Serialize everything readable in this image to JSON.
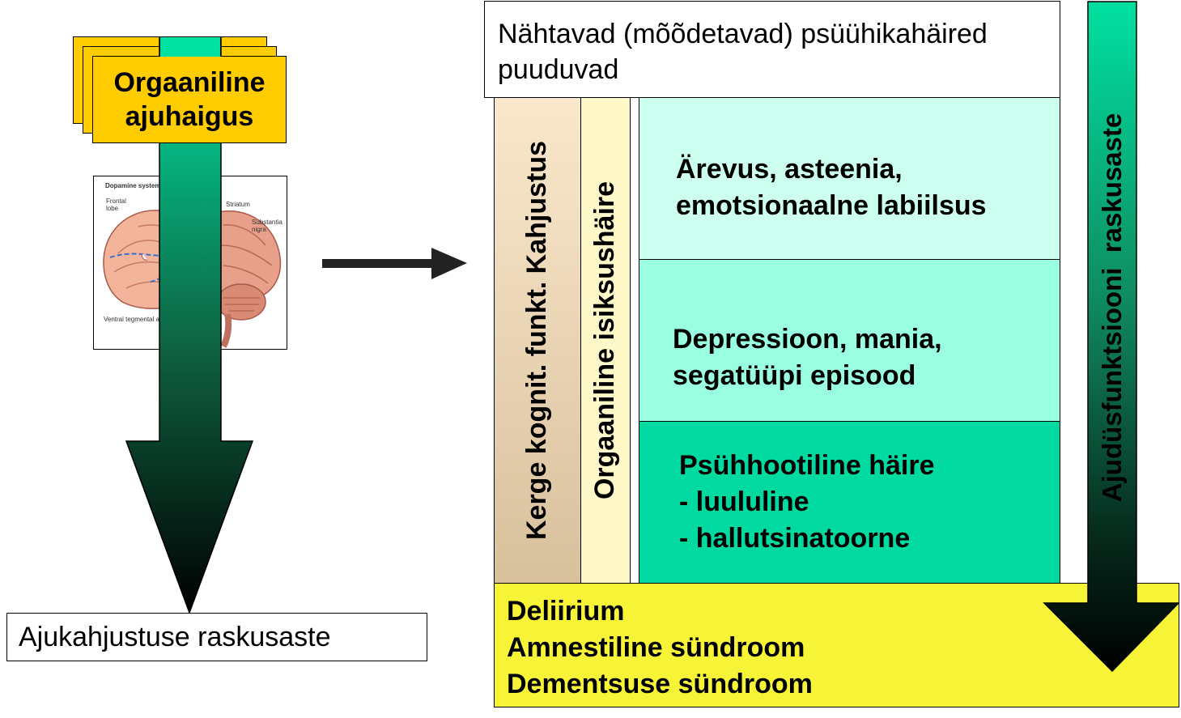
{
  "left": {
    "card_label_line1": "Orgaaniline",
    "card_label_line2": "ajuhaigus",
    "brain": {
      "title": "Dopamine system",
      "labels": [
        "Frontal lobe",
        "Striatum",
        "Substantia nigra",
        "Ventral tegmental area"
      ]
    },
    "caption": "Ajukahjustuse raskusaste"
  },
  "right": {
    "top_box_line1": "Nähtavad (mõõdetavad) psüühikahäired",
    "top_box_line2": "puuduvad",
    "col1_label": "Kerge kognit. funkt. Kahjustus",
    "col2_label": "Orgaaniline isiksushäire",
    "cells": [
      {
        "lines": [
          "Ärevus, asteenia,",
          "emotsionaalne labiilsus"
        ],
        "color": "#ccfff0"
      },
      {
        "lines": [
          "Depressioon, mania,",
          "segatüüpi episood"
        ],
        "color": "#99ffe0"
      },
      {
        "lines": [
          "Psühhootiline häire",
          "- luululine",
          "- hallutsinatoorne"
        ],
        "color": "#00d9a0"
      }
    ],
    "bottom_lines": [
      "Deliirium",
      "Amnestiline sündroom",
      "Dementsuse sündroom"
    ],
    "vertical_arrow_label": "Ajudüsfunktsiooni  raskusaste"
  },
  "colors": {
    "card_yellow": "#ffcc00",
    "col1_bg": "#f0d8b0",
    "col2_bg": "#fff8c8",
    "bottom_yellow": "#f7f337",
    "arrow_green": "#00e0a0",
    "arrow_dark": "#000000"
  }
}
